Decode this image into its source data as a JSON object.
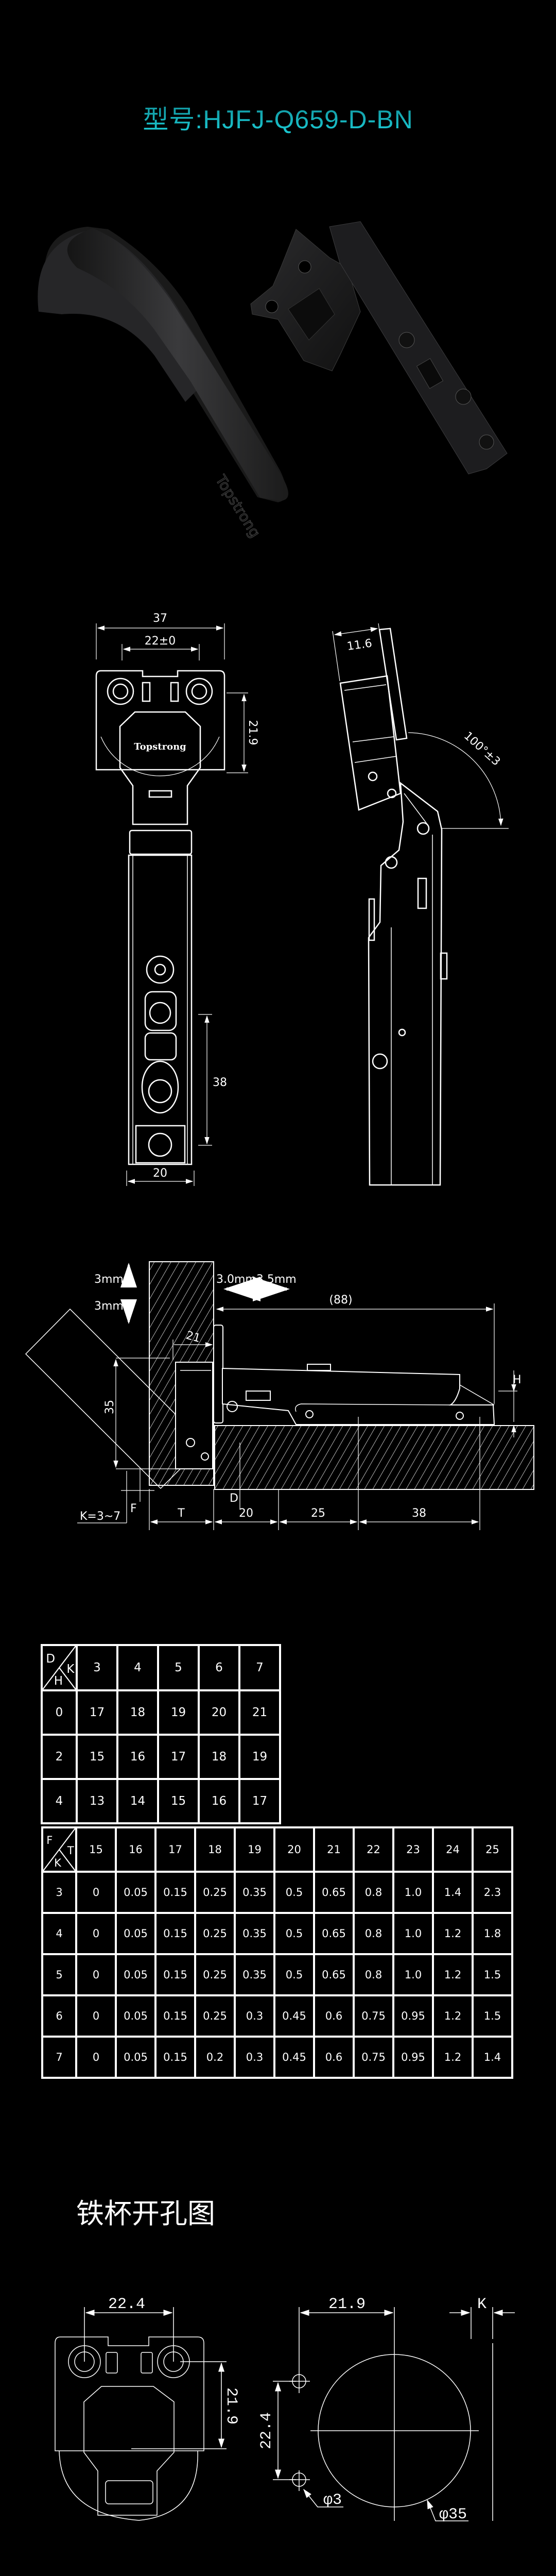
{
  "title": "型号:HJFJ-Q659-D-BN",
  "product": {
    "logo_text": "Topstrong"
  },
  "front_view": {
    "width_total": "37",
    "hole_spacing": "22±0",
    "cup_offset": "21.9",
    "arm_slot": "38",
    "arm_width": "20"
  },
  "side_view": {
    "cup_depth": "11.6",
    "opening_angle": "100°±3"
  },
  "install_view": {
    "vertical_up": "3mm",
    "vertical_down": "3mm",
    "depth_adjust": "3.0mm3.5mm",
    "overall": "(88)",
    "d21": "21",
    "d35": "35",
    "h": "H",
    "f": "F",
    "d": "D",
    "k_range": "K=3~7",
    "t": "T",
    "s20": "20",
    "s25": "25",
    "s38": "38"
  },
  "table_overlay": {
    "corner": {
      "top": "D",
      "right": "K",
      "bottom": "H"
    },
    "columns": [
      "3",
      "4",
      "5",
      "6",
      "7"
    ],
    "rows": [
      {
        "key": "0",
        "values": [
          "17",
          "18",
          "19",
          "20",
          "21"
        ]
      },
      {
        "key": "2",
        "values": [
          "15",
          "16",
          "17",
          "18",
          "19"
        ]
      },
      {
        "key": "4",
        "values": [
          "13",
          "14",
          "15",
          "16",
          "17"
        ]
      }
    ]
  },
  "table_thickness": {
    "corner": {
      "top": "F",
      "right": "T",
      "bottom": "K"
    },
    "columns": [
      "15",
      "16",
      "17",
      "18",
      "19",
      "20",
      "21",
      "22",
      "23",
      "24",
      "25"
    ],
    "rows": [
      {
        "key": "3",
        "values": [
          "0",
          "0.05",
          "0.15",
          "0.25",
          "0.35",
          "0.5",
          "0.65",
          "0.8",
          "1.0",
          "1.4",
          "2.3"
        ]
      },
      {
        "key": "4",
        "values": [
          "0",
          "0.05",
          "0.15",
          "0.25",
          "0.35",
          "0.5",
          "0.65",
          "0.8",
          "1.0",
          "1.2",
          "1.8"
        ]
      },
      {
        "key": "5",
        "values": [
          "0",
          "0.05",
          "0.15",
          "0.25",
          "0.35",
          "0.5",
          "0.65",
          "0.8",
          "1.0",
          "1.2",
          "1.5"
        ]
      },
      {
        "key": "6",
        "values": [
          "0",
          "0.05",
          "0.15",
          "0.25",
          "0.3",
          "0.45",
          "0.6",
          "0.75",
          "0.95",
          "1.2",
          "1.5"
        ]
      },
      {
        "key": "7",
        "values": [
          "0",
          "0.05",
          "0.15",
          "0.2",
          "0.3",
          "0.45",
          "0.6",
          "0.75",
          "0.95",
          "1.2",
          "1.4"
        ]
      }
    ]
  },
  "drilling": {
    "heading": "铁杯开孔图",
    "cup_hole_spacing": "22.4",
    "cup_offset": "21.9",
    "edge_distance": "21.9",
    "k": "K",
    "screw_spacing": "22.4",
    "screw_hole": "φ3",
    "cup_hole": "φ35"
  },
  "colors": {
    "title_top": "#0f8a93",
    "title_bottom": "#1ccfd8",
    "background": "#000000",
    "line": "#ffffff"
  }
}
